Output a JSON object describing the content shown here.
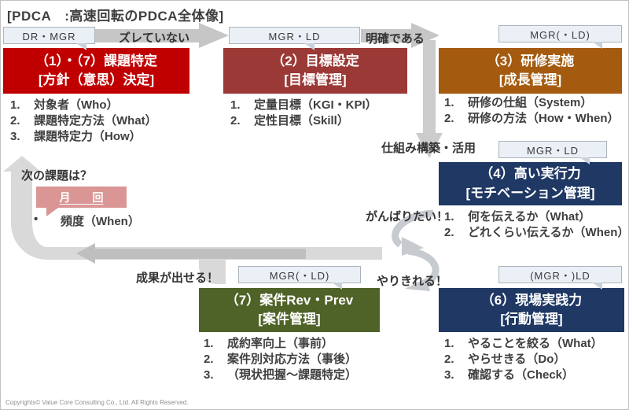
{
  "slide": {
    "title": "[PDCA　:高速回転のPDCA全体像]",
    "copyright": "Copyrights© Value Core Consulting Co., Ltd. All Rights Reserved."
  },
  "colors": {
    "box1_red": "#C00000",
    "box2_brick": "#9B3936",
    "box3_brown": "#A45B10",
    "box4_navy": "#1F3864",
    "box6_navy": "#1F3864",
    "box7_green": "#4F6228",
    "pink_badge": "#D99694",
    "band_gray": "#D9D9D9",
    "band_dark_gray": "#BFBFBF",
    "label_bg": "#EAF0F6"
  },
  "role_labels": {
    "box1": "DR・MGR",
    "box2": "MGR・LD",
    "box3": "MGR(・LD)",
    "box4": "MGR・LD",
    "box7": "MGR(・LD)",
    "box6": "(MGR・)LD"
  },
  "flow_labels": {
    "arrow1": "ズレていない",
    "arrow2": "明確である",
    "arrow3": "仕組み構築・活用"
  },
  "annotations": {
    "next_issue": "次の課題は？",
    "frequency_badge": "月　　回",
    "bullet": "•",
    "frequency_item": "頻度（When）",
    "motivated": "がんばりたい！",
    "can_complete": "やりきれる！",
    "can_achieve": "成果が出せる！"
  },
  "boxes": {
    "box1": {
      "title1": "（1）・（7）課題特定",
      "title2": "[方針（意思）決定]",
      "items": [
        {
          "n": "1.",
          "t": "対象者（Who）"
        },
        {
          "n": "2.",
          "t": "課題特定方法（What）"
        },
        {
          "n": "3.",
          "t": "課題特定力（How）"
        }
      ]
    },
    "box2": {
      "title1": "（2）目標設定",
      "title2": "[目標管理]",
      "items": [
        {
          "n": "1.",
          "t": "定量目標（KGI・KPI）"
        },
        {
          "n": "2.",
          "t": "定性目標（Skill）"
        }
      ]
    },
    "box3": {
      "title1": "（3）研修実施",
      "title2": "[成長管理]",
      "items": [
        {
          "n": "1.",
          "t": "研修の仕組（System）"
        },
        {
          "n": "2.",
          "t": "研修の方法（How・When）"
        }
      ]
    },
    "box4": {
      "title1": "（4）高い実行力",
      "title2": "[モチベーション管理]",
      "items": [
        {
          "n": "1.",
          "t": "何を伝えるか（What）"
        },
        {
          "n": "2.",
          "t": "どれくらい伝えるか（When）"
        }
      ]
    },
    "box7": {
      "title1": "（7）案件Rev・Prev",
      "title2": "[案件管理]",
      "items": [
        {
          "n": "1.",
          "t": "成約率向上（事前）"
        },
        {
          "n": "2.",
          "t": "案件別対応方法（事後）"
        },
        {
          "n": "3.",
          "t": "（現状把握～課題特定）"
        }
      ]
    },
    "box6": {
      "title1": "（6）現場実践力",
      "title2": "[行動管理]",
      "items": [
        {
          "n": "1.",
          "t": "やることを絞る（What）"
        },
        {
          "n": "2.",
          "t": "やらせきる（Do）"
        },
        {
          "n": "3.",
          "t": "確認する（Check）"
        }
      ]
    }
  }
}
